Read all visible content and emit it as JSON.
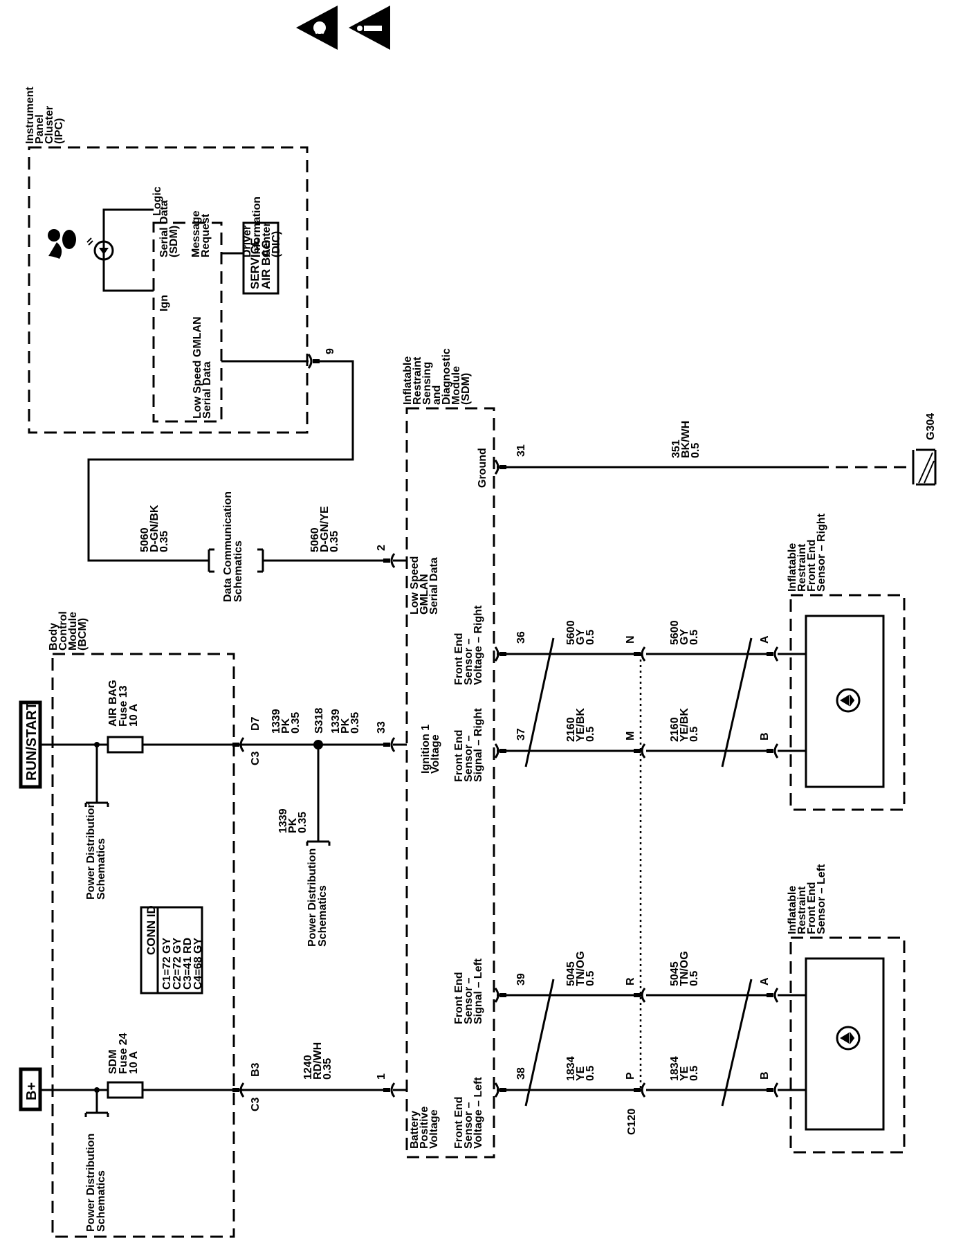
{
  "warnings": [
    "airbag-warning",
    "caution-warning"
  ],
  "ipc": {
    "title": [
      "Instrument",
      "Panel",
      "Cluster",
      "(IPC)"
    ],
    "logic": "Logic",
    "ign": "Ign",
    "gmlan": [
      "Low Speed GMLAN",
      "Serial Data"
    ],
    "serial_sdm": [
      "Serial Data",
      "(SDM)"
    ],
    "message": [
      "Message",
      "Request"
    ],
    "service_box": [
      "SERVICE",
      "AIR BAG"
    ],
    "dic": [
      "Driver",
      "Information",
      "Center",
      "(DIC)"
    ],
    "pin": "9"
  },
  "power": {
    "bplus": "B+",
    "runstart": "RUN/START",
    "sdm_fuse": [
      "SDM",
      "Fuse 24",
      "10 A"
    ],
    "airbag_fuse": [
      "AIR BAG",
      "Fuse 13",
      "10 A"
    ],
    "power_dist": [
      "Power Distribution",
      "Schematics"
    ]
  },
  "bcm": {
    "title": [
      "Body",
      "Control",
      "Module",
      "(BCM)"
    ],
    "conn_title": "CONN ID",
    "conn_rows": [
      "C1=72 GY",
      "C2=72 GY",
      "C3=41 RD",
      "C4=68 GY"
    ],
    "pin_b3": "B3",
    "pin_d7": "D7",
    "c3": "C3"
  },
  "splice": "S318",
  "wires": {
    "w1240": [
      "1240",
      "RD/WH",
      "0.35"
    ],
    "w1339": [
      "1339",
      "PK",
      "0.35"
    ],
    "w5060a": [
      "5060",
      "D-GN/BK",
      "0.35"
    ],
    "w5060b": [
      "5060",
      "D-GN/YE",
      "0.35"
    ],
    "w351": [
      "351",
      "BK/WH",
      "0.5"
    ],
    "w5600": [
      "5600",
      "GY",
      "0.5"
    ],
    "w2160": [
      "2160",
      "YE/BK",
      "0.5"
    ],
    "w5045": [
      "5045",
      "TN/OG",
      "0.5"
    ],
    "w1834": [
      "1834",
      "YE",
      "0.5"
    ]
  },
  "data_comm": [
    "Data Communication",
    "Schematics"
  ],
  "sdm": {
    "title": [
      "Inflatable",
      "Restraint",
      "Sensing",
      "and",
      "Diagnostic",
      "Module",
      "(SDM)"
    ],
    "battery": [
      "Battery",
      "Positive",
      "Voltage"
    ],
    "ignition": [
      "Ignition 1",
      "Voltage"
    ],
    "gmlan": [
      "Low Speed",
      "GMLAN",
      "Serial Data"
    ],
    "ground": "Ground",
    "fe_voltage_left": [
      "Front End",
      "Sensor –",
      "Voltage – Left"
    ],
    "fe_signal_left": [
      "Front End",
      "Sensor –",
      "Signal – Left"
    ],
    "fe_signal_right": [
      "Front End",
      "Sensor –",
      "Signal – Right"
    ],
    "fe_voltage_right": [
      "Front End",
      "Sensor –",
      "Voltage – Right"
    ],
    "pins": {
      "p1": "1",
      "p33": "33",
      "p2": "2",
      "p31": "31",
      "p38": "38",
      "p39": "39",
      "p37": "37",
      "p36": "36"
    }
  },
  "c120": {
    "name": "C120",
    "P": "P",
    "R": "R",
    "M": "M",
    "N": "N"
  },
  "ground_label": "G304",
  "sensor_right": {
    "title": [
      "Inflatable",
      "Restraint",
      "Front End",
      "Sensor – Right"
    ],
    "pinA": "A",
    "pinB": "B"
  },
  "sensor_left": {
    "title": [
      "Inflatable",
      "Restraint",
      "Front End",
      "Sensor – Left"
    ],
    "pinA": "A",
    "pinB": "B"
  }
}
